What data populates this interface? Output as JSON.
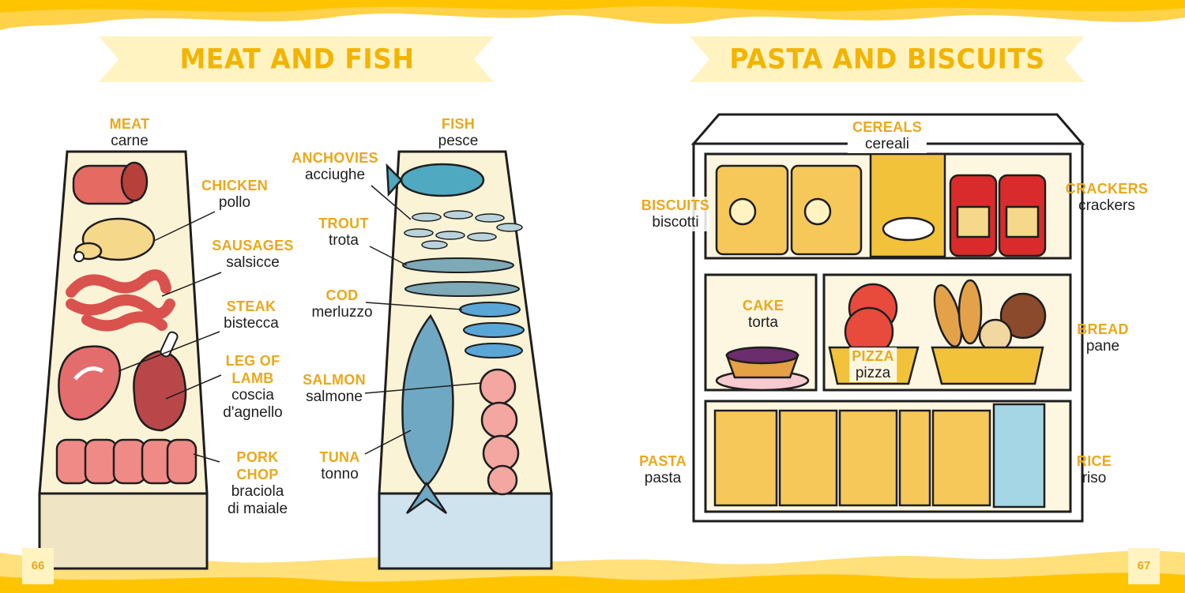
{
  "pages": {
    "left": {
      "title": "MEAT AND FISH",
      "page_number": "66",
      "labels": {
        "meat": {
          "en": "MEAT",
          "it": "carne"
        },
        "chicken": {
          "en": "CHICKEN",
          "it": "pollo"
        },
        "sausages": {
          "en": "SAUSAGES",
          "it": "salsicce"
        },
        "steak": {
          "en": "STEAK",
          "it": "bistecca"
        },
        "leg_of_lamb": {
          "en1": "LEG OF",
          "en2": "LAMB",
          "it1": "coscia",
          "it2": "d'agnello"
        },
        "pork_chop": {
          "en1": "PORK",
          "en2": "CHOP",
          "it1": "braciola",
          "it2": "di maiale"
        },
        "fish": {
          "en": "FISH",
          "it": "pesce"
        },
        "anchovies": {
          "en": "ANCHOVIES",
          "it": "acciughe"
        },
        "trout": {
          "en": "TROUT",
          "it": "trota"
        },
        "cod": {
          "en": "COD",
          "it": "merluzzo"
        },
        "salmon": {
          "en": "SALMON",
          "it": "salmone"
        },
        "tuna": {
          "en": "TUNA",
          "it": "tonno"
        }
      }
    },
    "right": {
      "title": "PASTA AND BISCUITS",
      "page_number": "67",
      "labels": {
        "cereals": {
          "en": "CEREALS",
          "it": "cereali"
        },
        "biscuits": {
          "en": "BISCUITS",
          "it": "biscotti"
        },
        "crackers": {
          "en": "CRACKERS",
          "it": "crackers"
        },
        "cake": {
          "en": "CAKE",
          "it": "torta"
        },
        "pizza": {
          "en": "PIZZA",
          "it": "pizza"
        },
        "bread": {
          "en": "BREAD",
          "it": "pane"
        },
        "pasta": {
          "en": "PASTA",
          "it": "pasta"
        },
        "rice": {
          "en": "RICE",
          "it": "riso"
        }
      }
    }
  },
  "colors": {
    "accent_yellow": "#f2b400",
    "label_orange": "#e9a81c",
    "ribbon": "#fff3c2",
    "wave": "#ffd24a"
  }
}
